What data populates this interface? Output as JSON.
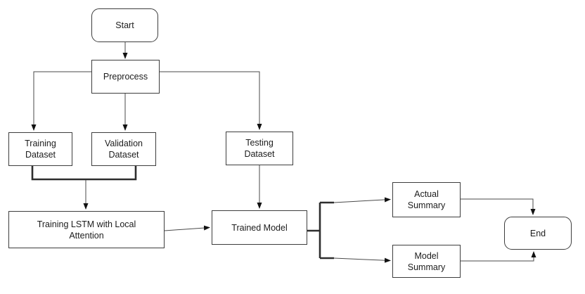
{
  "diagram": {
    "description": "Flowchart of LSTM with Local Attention training pipeline",
    "colors": {
      "background": "#ffffff",
      "node_fill": "#ffffff",
      "node_stroke": "#3d3d3d",
      "edge_stroke": "#4a4a4a",
      "text": "#1c1c1c"
    },
    "nodes": {
      "start": {
        "shape": "rounded",
        "lines": [
          "Start"
        ]
      },
      "preprocess": {
        "shape": "rect",
        "lines": [
          "Preprocess"
        ]
      },
      "training_dataset": {
        "shape": "rect",
        "lines": [
          "Training",
          "Dataset"
        ]
      },
      "validation_dataset": {
        "shape": "rect",
        "lines": [
          "Validation",
          "Dataset"
        ]
      },
      "testing_dataset": {
        "shape": "rect",
        "lines": [
          "Testing",
          "Dataset"
        ]
      },
      "training_lstm": {
        "shape": "rect",
        "lines": [
          "Training LSTM with Local",
          "Attention"
        ]
      },
      "trained_model": {
        "shape": "rect",
        "lines": [
          "Trained Model"
        ]
      },
      "actual_summary": {
        "shape": "rect",
        "lines": [
          "Actual",
          "Summary"
        ]
      },
      "model_summary": {
        "shape": "rect",
        "lines": [
          "Model",
          "Summary"
        ]
      },
      "end": {
        "shape": "rounded",
        "lines": [
          "End"
        ]
      }
    },
    "edges": [
      {
        "from": "start",
        "to": "preprocess"
      },
      {
        "from": "preprocess",
        "to": "training_dataset"
      },
      {
        "from": "preprocess",
        "to": "validation_dataset"
      },
      {
        "from": "preprocess",
        "to": "testing_dataset"
      },
      {
        "from": "training_dataset",
        "to": "training_lstm",
        "via": "merge-bar"
      },
      {
        "from": "validation_dataset",
        "to": "training_lstm",
        "via": "merge-bar"
      },
      {
        "from": "training_lstm",
        "to": "trained_model"
      },
      {
        "from": "testing_dataset",
        "to": "trained_model"
      },
      {
        "from": "trained_model",
        "to": "actual_summary",
        "via": "branch"
      },
      {
        "from": "trained_model",
        "to": "model_summary",
        "via": "branch"
      },
      {
        "from": "actual_summary",
        "to": "end"
      },
      {
        "from": "model_summary",
        "to": "end"
      }
    ]
  }
}
